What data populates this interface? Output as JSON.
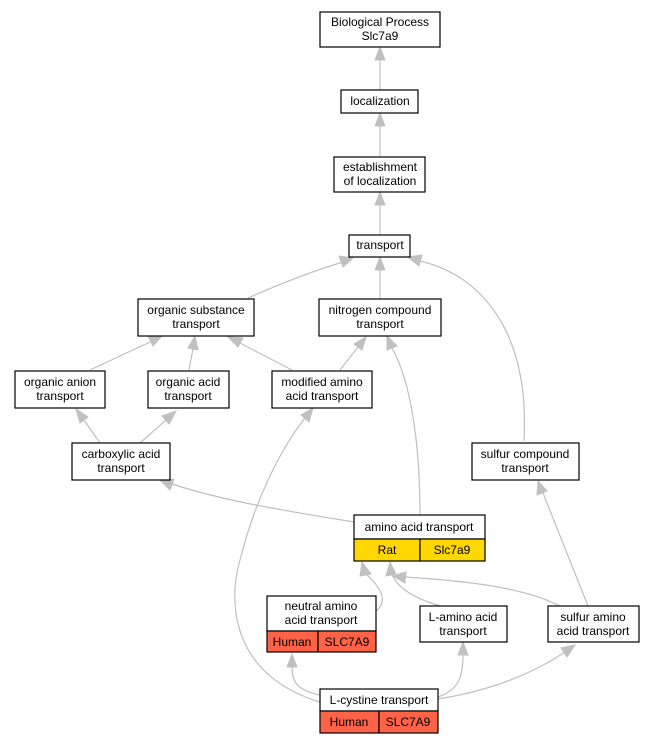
{
  "nodes": {
    "biological_process": {
      "line1": "Biological Process",
      "line2": "Slc7a9"
    },
    "localization": {
      "line1": "localization"
    },
    "establishment_of_localization": {
      "line1": "establishment",
      "line2": "of localization"
    },
    "transport": {
      "line1": "transport"
    },
    "organic_substance_transport": {
      "line1": "organic substance",
      "line2": "transport"
    },
    "nitrogen_compound_transport": {
      "line1": "nitrogen compound",
      "line2": "transport"
    },
    "organic_anion_transport": {
      "line1": "organic anion",
      "line2": "transport"
    },
    "organic_acid_transport": {
      "line1": "organic acid",
      "line2": "transport"
    },
    "modified_amino_acid_transport": {
      "line1": "modified amino",
      "line2": "acid transport"
    },
    "carboxylic_acid_transport": {
      "line1": "carboxylic acid",
      "line2": "transport"
    },
    "sulfur_compound_transport": {
      "line1": "sulfur compound",
      "line2": "transport"
    },
    "amino_acid_transport": {
      "line1": "amino acid transport",
      "species": "Rat",
      "gene": "Slc7a9"
    },
    "neutral_amino_acid_transport": {
      "line1": "neutral amino",
      "line2": "acid transport",
      "species": "Human",
      "gene": "SLC7A9"
    },
    "l_amino_acid_transport": {
      "line1": "L-amino acid",
      "line2": "transport"
    },
    "sulfur_amino_acid_transport": {
      "line1": "sulfur amino",
      "line2": "acid transport"
    },
    "l_cystine_transport": {
      "line1": "L-cystine transport",
      "species": "Human",
      "gene": "SLC7A9"
    }
  },
  "colors": {
    "rat": "#ffd700",
    "human": "#ff6347",
    "edge": "#c0c0c0"
  }
}
